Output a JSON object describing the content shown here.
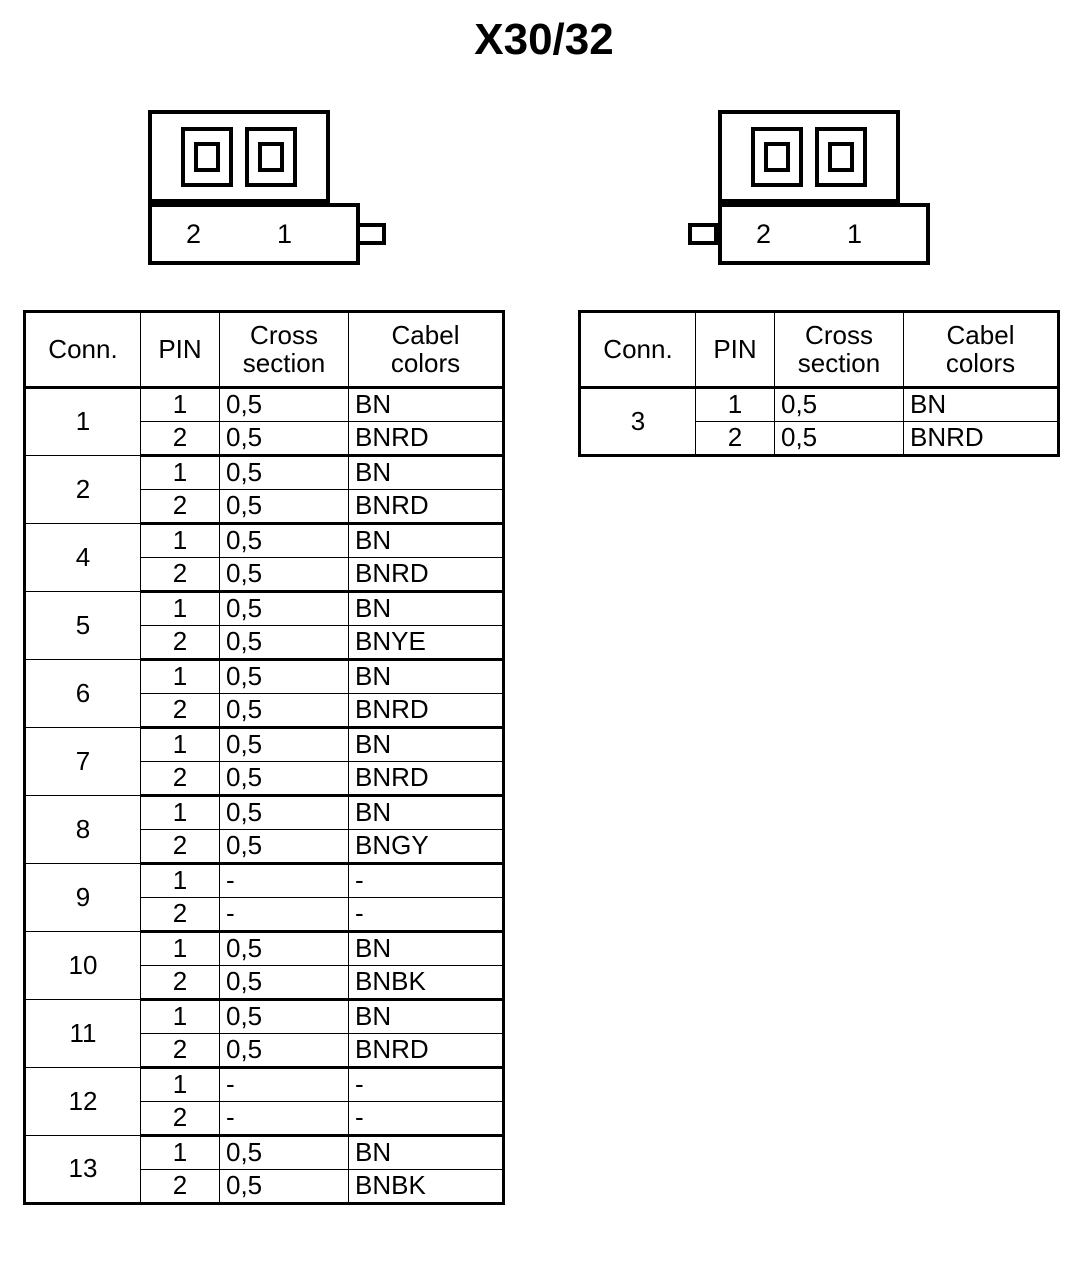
{
  "title": "X30/32",
  "connectors": [
    {
      "name": "left-connector",
      "pin_labels": [
        "2",
        "1"
      ],
      "tab_side": "right"
    },
    {
      "name": "right-connector",
      "pin_labels": [
        "2",
        "1"
      ],
      "tab_side": "left"
    }
  ],
  "tables": {
    "left": {
      "headers": {
        "conn": "Conn.",
        "pin": "PIN",
        "cross_line1": "Cross",
        "cross_line2": "section",
        "cabel_line1": "Cabel",
        "cabel_line2": "colors"
      },
      "groups": [
        {
          "conn": "1",
          "rows": [
            {
              "pin": "1",
              "cross": "0,5",
              "cabel": "BN"
            },
            {
              "pin": "2",
              "cross": "0,5",
              "cabel": "BNRD"
            }
          ]
        },
        {
          "conn": "2",
          "rows": [
            {
              "pin": "1",
              "cross": "0,5",
              "cabel": "BN"
            },
            {
              "pin": "2",
              "cross": "0,5",
              "cabel": "BNRD"
            }
          ]
        },
        {
          "conn": "4",
          "rows": [
            {
              "pin": "1",
              "cross": "0,5",
              "cabel": "BN"
            },
            {
              "pin": "2",
              "cross": "0,5",
              "cabel": "BNRD"
            }
          ]
        },
        {
          "conn": "5",
          "rows": [
            {
              "pin": "1",
              "cross": "0,5",
              "cabel": "BN"
            },
            {
              "pin": "2",
              "cross": "0,5",
              "cabel": "BNYE"
            }
          ]
        },
        {
          "conn": "6",
          "rows": [
            {
              "pin": "1",
              "cross": "0,5",
              "cabel": "BN"
            },
            {
              "pin": "2",
              "cross": "0,5",
              "cabel": "BNRD"
            }
          ]
        },
        {
          "conn": "7",
          "rows": [
            {
              "pin": "1",
              "cross": "0,5",
              "cabel": "BN"
            },
            {
              "pin": "2",
              "cross": "0,5",
              "cabel": "BNRD"
            }
          ]
        },
        {
          "conn": "8",
          "rows": [
            {
              "pin": "1",
              "cross": "0,5",
              "cabel": "BN"
            },
            {
              "pin": "2",
              "cross": "0,5",
              "cabel": "BNGY"
            }
          ]
        },
        {
          "conn": "9",
          "rows": [
            {
              "pin": "1",
              "cross": "-",
              "cabel": "-"
            },
            {
              "pin": "2",
              "cross": "-",
              "cabel": "-"
            }
          ]
        },
        {
          "conn": "10",
          "rows": [
            {
              "pin": "1",
              "cross": "0,5",
              "cabel": "BN"
            },
            {
              "pin": "2",
              "cross": "0,5",
              "cabel": "BNBK"
            }
          ]
        },
        {
          "conn": "11",
          "rows": [
            {
              "pin": "1",
              "cross": "0,5",
              "cabel": "BN"
            },
            {
              "pin": "2",
              "cross": "0,5",
              "cabel": "BNRD"
            }
          ]
        },
        {
          "conn": "12",
          "rows": [
            {
              "pin": "1",
              "cross": "-",
              "cabel": "-"
            },
            {
              "pin": "2",
              "cross": "-",
              "cabel": "-"
            }
          ]
        },
        {
          "conn": "13",
          "rows": [
            {
              "pin": "1",
              "cross": "0,5",
              "cabel": "BN"
            },
            {
              "pin": "2",
              "cross": "0,5",
              "cabel": "BNBK"
            }
          ]
        }
      ]
    },
    "right": {
      "headers": {
        "conn": "Conn.",
        "pin": "PIN",
        "cross_line1": "Cross",
        "cross_line2": "section",
        "cabel_line1": "Cabel",
        "cabel_line2": "colors"
      },
      "groups": [
        {
          "conn": "3",
          "rows": [
            {
              "pin": "1",
              "cross": "0,5",
              "cabel": "BN"
            },
            {
              "pin": "2",
              "cross": "0,5",
              "cabel": "BNRD"
            }
          ]
        }
      ]
    }
  },
  "colors": {
    "ink": "#000000",
    "paper": "#ffffff"
  }
}
